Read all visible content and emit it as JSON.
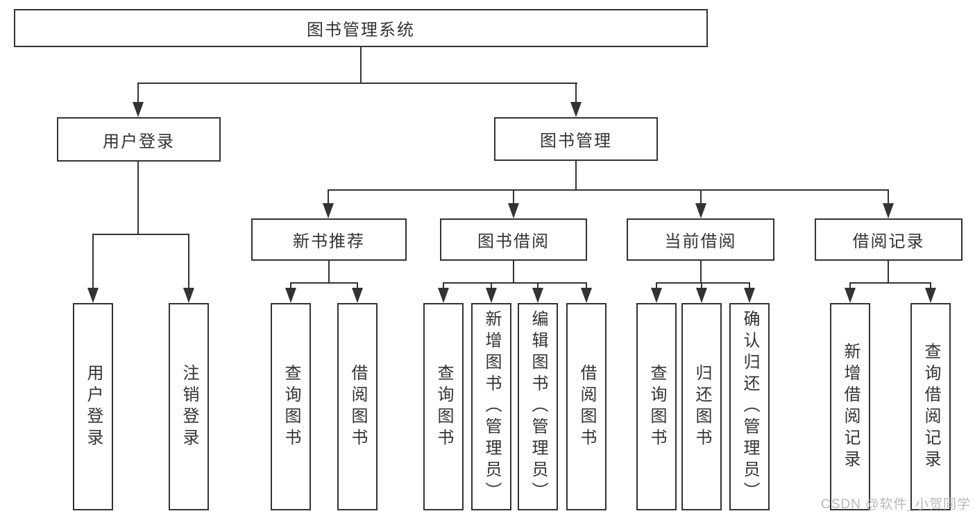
{
  "diagram": {
    "type": "hierarchy-tree",
    "tree": {
      "label": "图书管理系统",
      "children": [
        {
          "label": "用户登录",
          "children": [
            {
              "label": "用户登录"
            },
            {
              "label": "注销登录"
            }
          ]
        },
        {
          "label": "图书管理",
          "children": [
            {
              "label": "新书推荐",
              "children": [
                {
                  "label": "查询图书"
                },
                {
                  "label": "借阅图书"
                }
              ]
            },
            {
              "label": "图书借阅",
              "children": [
                {
                  "label": "查询图书"
                },
                {
                  "label": "新增图书（管理员）"
                },
                {
                  "label": "编辑图书（管理员）"
                },
                {
                  "label": "借阅图书"
                }
              ]
            },
            {
              "label": "当前借阅",
              "children": [
                {
                  "label": "查询图书"
                },
                {
                  "label": "归还图书"
                },
                {
                  "label": "确认归还（管理员）"
                }
              ]
            },
            {
              "label": "借阅记录",
              "children": [
                {
                  "label": "新增借阅记录"
                },
                {
                  "label": "查询借阅记录"
                }
              ]
            }
          ]
        }
      ]
    },
    "watermark": "CSDN @软件_小贺同学",
    "colors": {
      "line": "#333333",
      "text": "#333333",
      "background": "#ffffff",
      "watermark": "#b9b9b9"
    }
  }
}
